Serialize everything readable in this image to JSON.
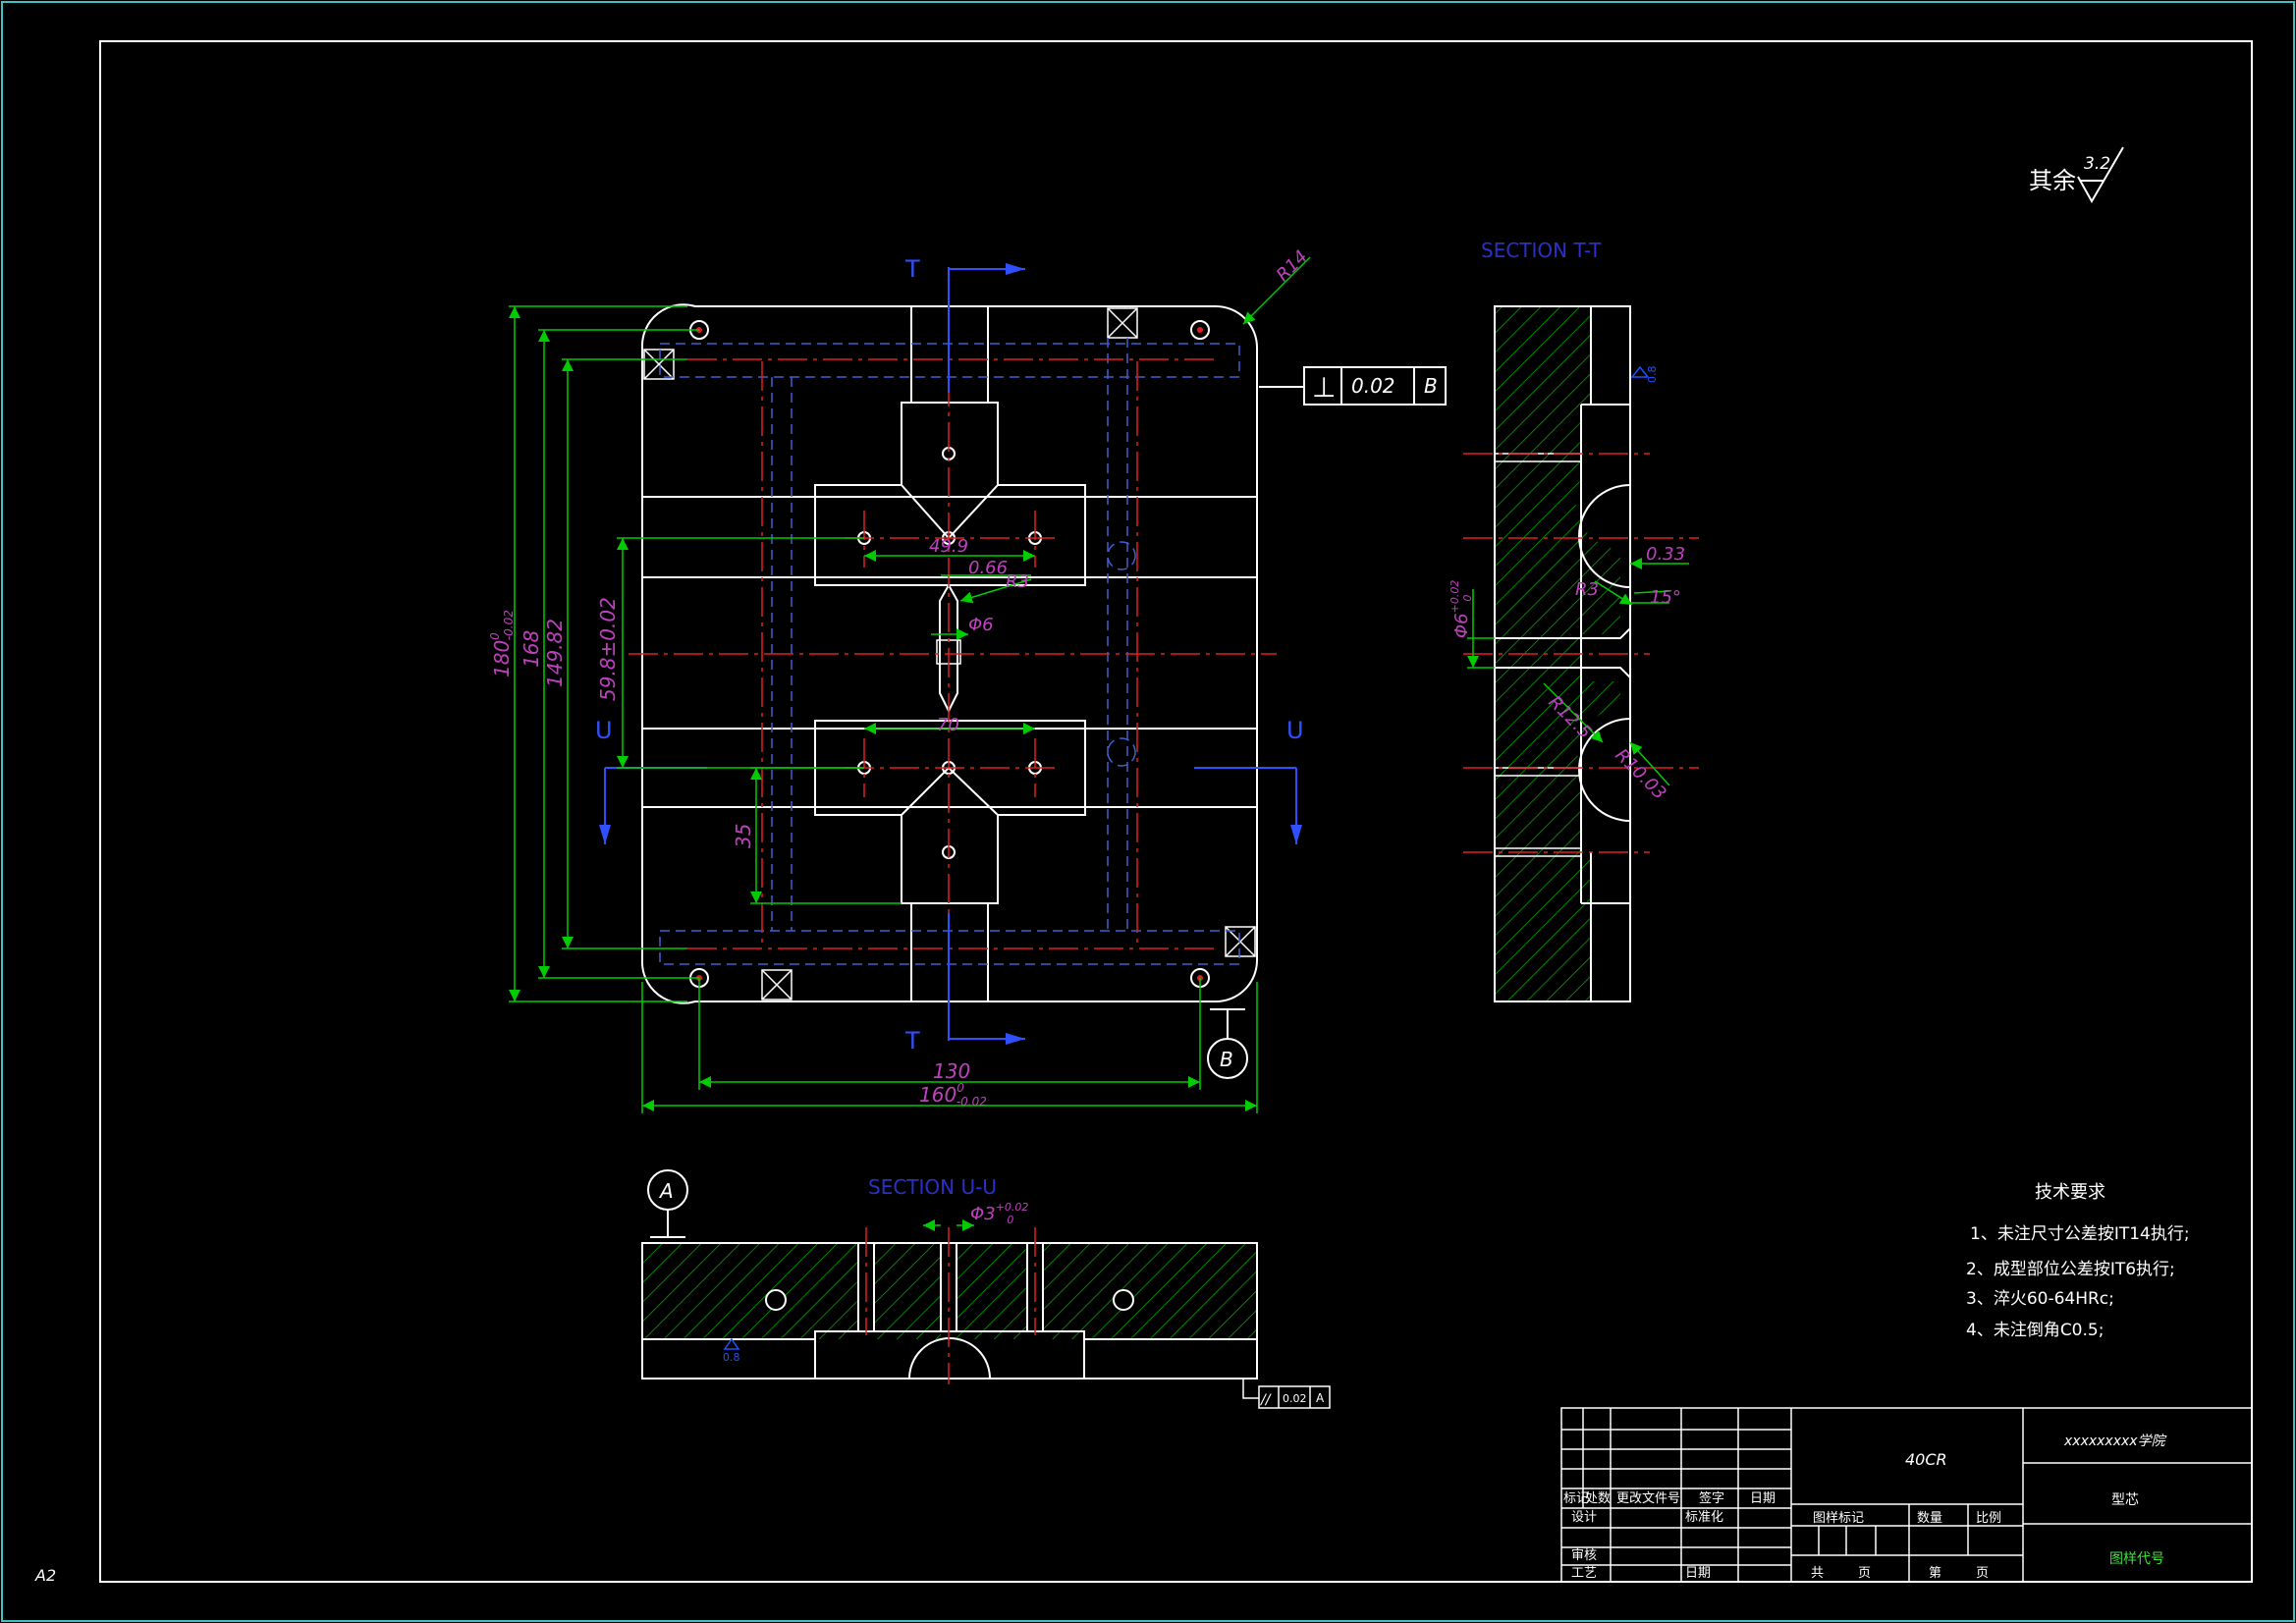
{
  "sheet_size": "A2",
  "roughness_note": {
    "label": "其余",
    "value": "3.2"
  },
  "main_view": {
    "section_t_left": "T",
    "section_t_right": "T",
    "section_u_left": "U",
    "section_u_right": "U",
    "radius_corner": "R14",
    "dim_total_height_value": "180",
    "dim_total_height_tol_upper": "0",
    "dim_total_height_tol_lower": "-0.02",
    "dim_168": "168",
    "dim_149": "149.82",
    "dim_59": "59.8±0.02",
    "dim_49": "49.9",
    "dim_066": "0.66",
    "dim_r3": "R3",
    "dim_phi6": "Φ6",
    "dim_70": "70",
    "dim_35": "35",
    "dim_130": "130",
    "dim_total_width_value": "160",
    "dim_total_width_tol_upper": "0",
    "dim_total_width_tol_lower": "-0.02",
    "datum_b": "B"
  },
  "perpendicularity_frame": {
    "symbol": "⊥",
    "value": "0.02",
    "datum": "B"
  },
  "section_tt": {
    "title": "SECTION  T-T",
    "roughness": "0.8",
    "dim_033": "0.33",
    "dim_r3": "R3",
    "dim_15deg": "15°",
    "dim_phi6_value": "Φ6",
    "dim_phi6_tol_upper": "+0.02",
    "dim_phi6_tol_lower": "0",
    "dim_r125": "R12.5",
    "dim_r1003": "R10.03"
  },
  "section_uu": {
    "title": "SECTION  U-U",
    "datum_a": "A",
    "dim_phi3_value": "Φ3",
    "dim_phi3_tol_upper": "+0.02",
    "dim_phi3_tol_lower": "0",
    "roughness": "0.8"
  },
  "parallelism_frame": {
    "symbol": "//",
    "value": "0.02",
    "datum": "A"
  },
  "tech_requirements": {
    "title": "技术要求",
    "items": [
      "1、未注尺寸公差按IT14执行;",
      "2、成型部位公差按IT6执行;",
      "3、淬火60-64HRc;",
      "4、未注倒角C0.5;"
    ]
  },
  "title_block": {
    "material": "40CR",
    "school": "xxxxxxxxx学院",
    "part_name": "型芯",
    "drawing_number": "图样代号",
    "rev_headers": [
      "标记",
      "处数",
      "更改文件号",
      "签字",
      "日期"
    ],
    "design": "设计",
    "standardize": "标准化",
    "review": "审核",
    "process": "工艺",
    "date": "日期",
    "stage_mark": "图样标记",
    "quantity": "数量",
    "scale": "比例",
    "total_label": "共",
    "sheet_label": "页",
    "sheet_num_label": "第",
    "sheet_num_suffix": "页"
  },
  "colors": {
    "outline": "#ffffff",
    "dimension": "#00cc00",
    "dim_text": "#c040c0",
    "center": "#e02020",
    "hidden": "#4060d0",
    "section_title": "#2a30c8",
    "frame": "#40c0c0"
  }
}
